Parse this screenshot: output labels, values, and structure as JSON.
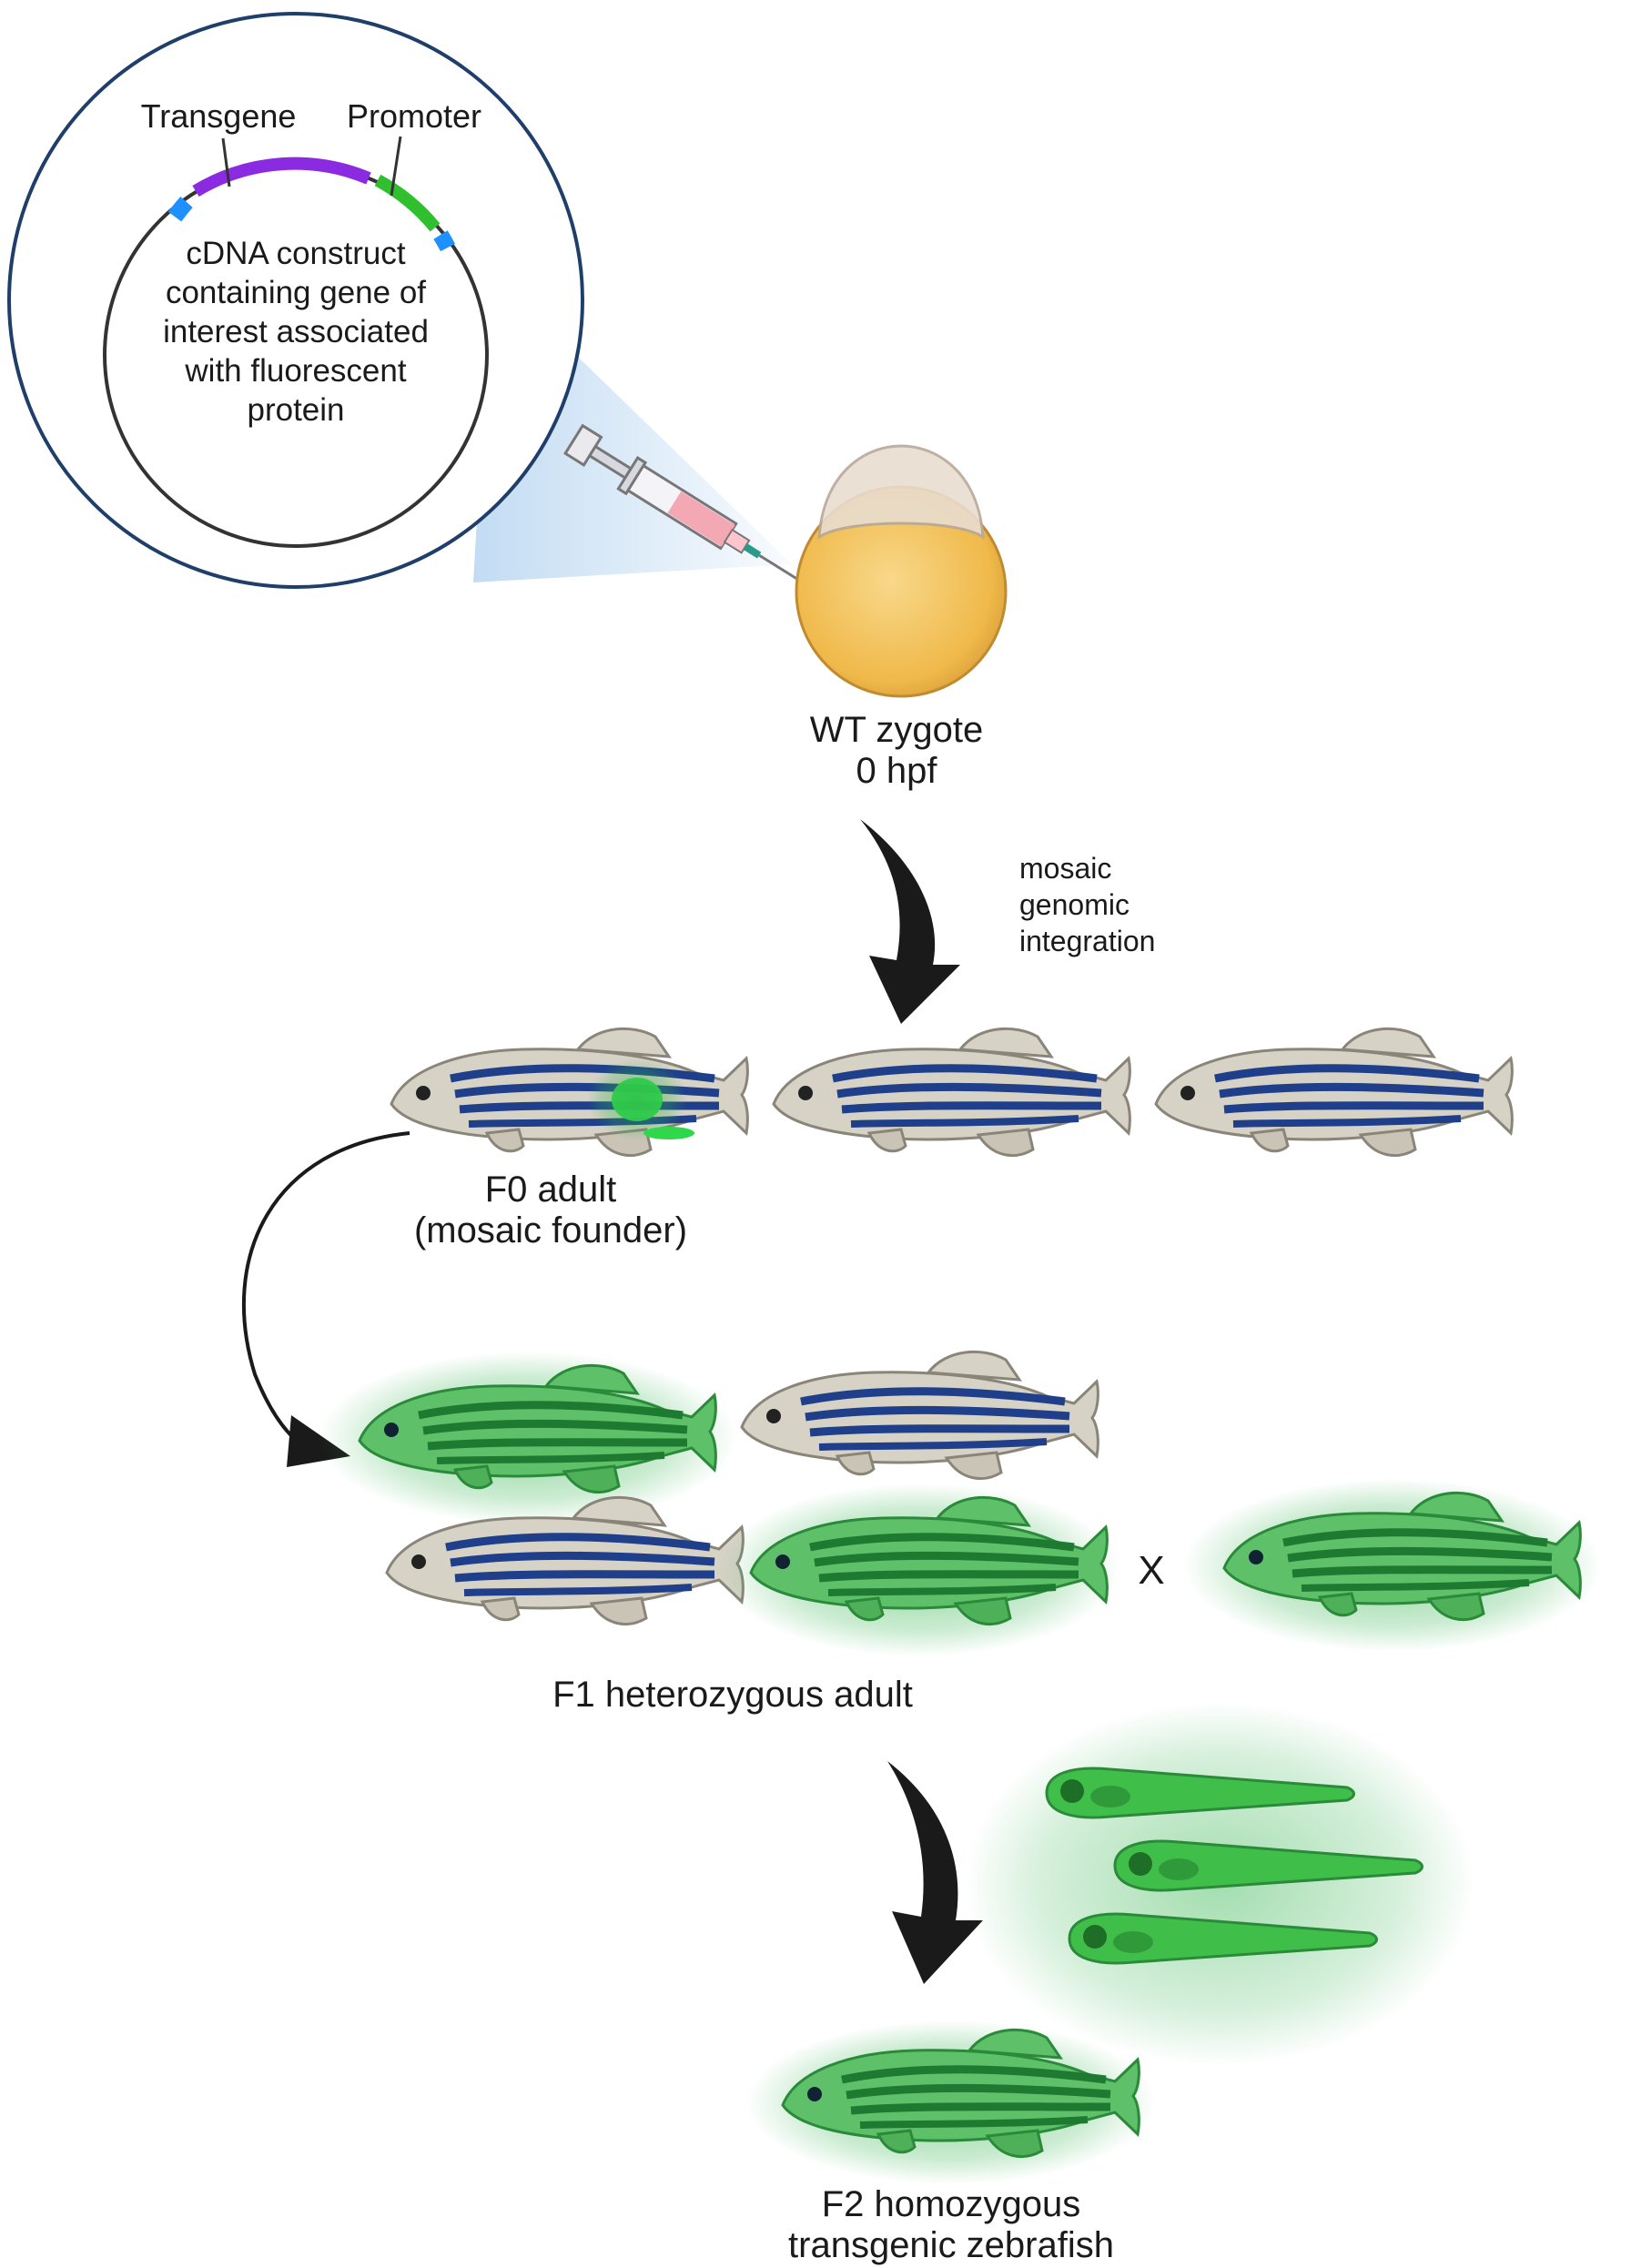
{
  "plasmid": {
    "transgene_label": "Transgene",
    "promoter_label": "Promoter",
    "description_lines": [
      "cDNA construct",
      "containing gene of",
      "interest associated",
      "with fluorescent",
      "protein"
    ]
  },
  "zygote": {
    "label_line1": "WT zygote",
    "label_line2": "0 hpf"
  },
  "integration": {
    "lines": [
      "mosaic",
      "genomic",
      "integration"
    ]
  },
  "f0": {
    "label_line1": "F0 adult",
    "label_line2": "(mosaic founder)"
  },
  "cross": {
    "symbol": "X"
  },
  "f1": {
    "label": "F1 heterozygous adult"
  },
  "f2": {
    "label_line1": "F2 homozygous",
    "label_line2": "transgenic zebrafish"
  },
  "colors": {
    "transgene": "#8a2be2",
    "promoter": "#2fbf2f",
    "linker": "#1e90ff",
    "fluorescent_green": "#2fb24a",
    "yolk": "#f3c05a",
    "stripe_blue": "#1f3f8a",
    "arrow": "#1a1a1a"
  },
  "icons": [
    "syringe-icon",
    "zygote-icon",
    "zebrafish-icon",
    "larva-icon",
    "curved-arrow-icon"
  ]
}
